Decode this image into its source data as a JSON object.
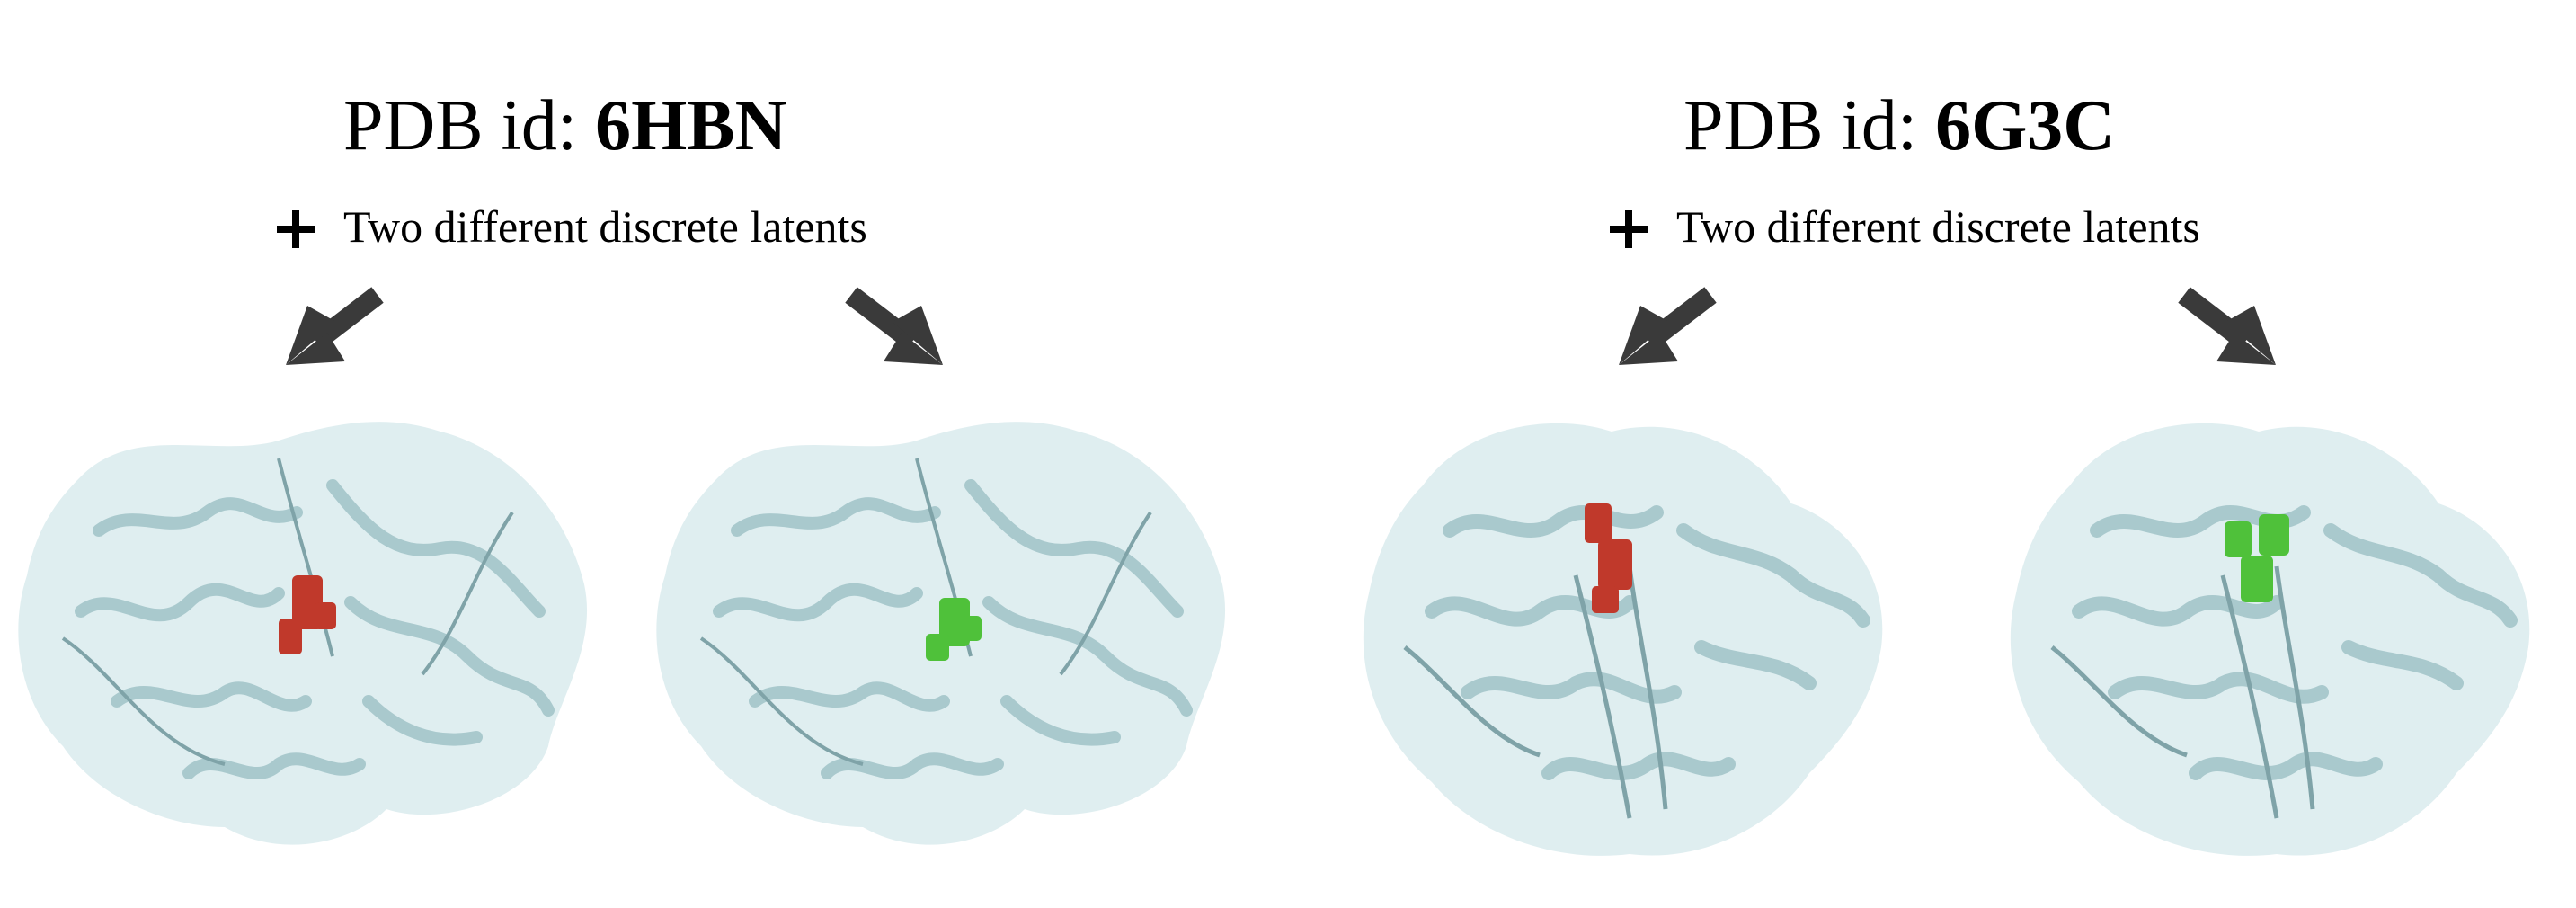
{
  "panels": [
    {
      "title_prefix": "PDB id: ",
      "pdb_id": "6HBN",
      "subtitle": "Two different discrete latents",
      "ligand_colors": [
        "#c0392b",
        "#4fc13a"
      ]
    },
    {
      "title_prefix": "PDB id: ",
      "pdb_id": "6G3C",
      "subtitle": "Two different discrete latents",
      "ligand_colors": [
        "#c0392b",
        "#4fc13a"
      ]
    }
  ],
  "colors": {
    "surface": "#dcecee",
    "cartoon": "#a9c9cd",
    "cartoon_dark": "#7fa3a8",
    "arrow": "#3a3a3a"
  }
}
